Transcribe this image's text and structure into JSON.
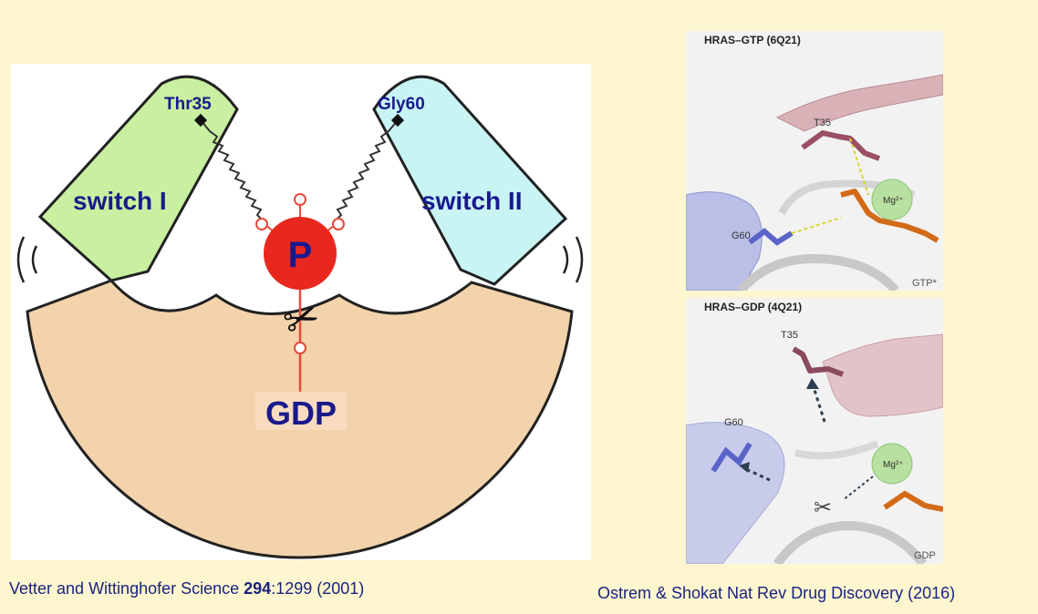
{
  "schematic": {
    "switch1_label": "switch I",
    "switch2_label": "switch II",
    "thr_label": "Thr35",
    "gly_label": "Gly60",
    "phosphate_label": "P",
    "gdp_label": "GDP",
    "scissors_glyph": "✂",
    "colors": {
      "switch1": "#c8f0a0",
      "switch2": "#c8f4f4",
      "body": "#f3d3ab",
      "phosphate": "#e8281e",
      "label": "#1a1a8c"
    }
  },
  "structure_top": {
    "title": "HRAS–GTP (6Q21)",
    "t35": "T35",
    "g60": "G60",
    "mg": "Mg²⁺",
    "ligand": "GTP*"
  },
  "structure_bottom": {
    "title": "HRAS–GDP (4Q21)",
    "t35": "T35",
    "g60": "G60",
    "mg": "Mg²⁺",
    "ligand": "GDP",
    "scissors_glyph": "✂"
  },
  "citations": {
    "left_prefix": "Vetter and Wittinghofer Science ",
    "left_volume": "294",
    "left_suffix": ":1299 (2001)",
    "right": "Ostrem & Shokat Nat Rev Drug Discovery (2016)"
  }
}
